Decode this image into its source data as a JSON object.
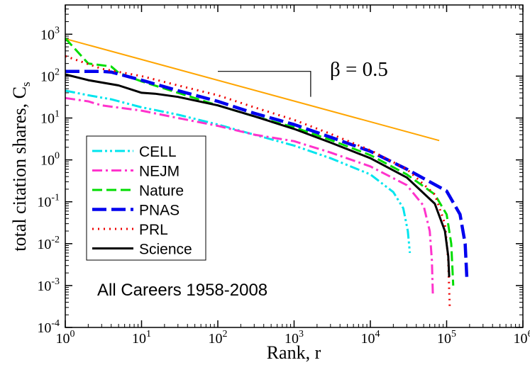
{
  "chart_data": {
    "type": "line",
    "x_scale": "log",
    "y_scale": "log",
    "xlim": [
      1,
      1000000
    ],
    "ylim": [
      0.0001,
      5000
    ],
    "xlabel": "Rank, r",
    "ylabel": "total citation shares, C",
    "ylabel_sub": "s",
    "x_ticks": [
      {
        "base": "10",
        "exp": "0",
        "value": 1
      },
      {
        "base": "10",
        "exp": "1",
        "value": 10
      },
      {
        "base": "10",
        "exp": "2",
        "value": 100
      },
      {
        "base": "10",
        "exp": "3",
        "value": 1000
      },
      {
        "base": "10",
        "exp": "4",
        "value": 10000
      },
      {
        "base": "10",
        "exp": "5",
        "value": 100000
      },
      {
        "base": "10",
        "exp": "6",
        "value": 1000000
      }
    ],
    "y_ticks": [
      {
        "base": "10",
        "exp": "-4",
        "value": 0.0001
      },
      {
        "base": "10",
        "exp": "-3",
        "value": 0.001
      },
      {
        "base": "10",
        "exp": "-2",
        "value": 0.01
      },
      {
        "base": "10",
        "exp": "-1",
        "value": 0.1
      },
      {
        "base": "10",
        "exp": "0",
        "value": 1
      },
      {
        "base": "10",
        "exp": "1",
        "value": 10
      },
      {
        "base": "10",
        "exp": "2",
        "value": 100
      },
      {
        "base": "10",
        "exp": "3",
        "value": 1000
      }
    ],
    "annotation_text": "All Careers 1958-2008",
    "slope_label": "β = 0.5",
    "legend_position": "lower-left",
    "reference_line": {
      "color": "#ffa500",
      "points": [
        [
          1,
          780
        ],
        [
          80000,
          2.9
        ]
      ]
    },
    "slope_marker": {
      "points": [
        [
          100,
          130
        ],
        [
          1650,
          130
        ],
        [
          1650,
          32
        ]
      ]
    },
    "series": [
      {
        "name": "CELL",
        "color": "#00e5ee",
        "dash": "dashdotdot",
        "points": [
          [
            1,
            45
          ],
          [
            2,
            35
          ],
          [
            4,
            28
          ],
          [
            10,
            18
          ],
          [
            30,
            12
          ],
          [
            100,
            7
          ],
          [
            300,
            4
          ],
          [
            1000,
            2.2
          ],
          [
            3000,
            1.1
          ],
          [
            10000,
            0.45
          ],
          [
            20000,
            0.17
          ],
          [
            27000,
            0.07
          ],
          [
            31000,
            0.02
          ],
          [
            33000,
            0.006
          ]
        ]
      },
      {
        "name": "NEJM",
        "color": "#ff33cc",
        "dash": "dashdot",
        "points": [
          [
            1,
            30
          ],
          [
            2,
            25
          ],
          [
            3,
            20
          ],
          [
            10,
            15
          ],
          [
            30,
            10
          ],
          [
            100,
            6.5
          ],
          [
            300,
            4
          ],
          [
            1000,
            2.8
          ],
          [
            3000,
            1.5
          ],
          [
            10000,
            0.7
          ],
          [
            30000,
            0.25
          ],
          [
            50000,
            0.08
          ],
          [
            60000,
            0.02
          ],
          [
            64000,
            0.004
          ],
          [
            66000,
            0.0006
          ]
        ]
      },
      {
        "name": "Nature",
        "color": "#00dd00",
        "dash": "dash",
        "points": [
          [
            1,
            800
          ],
          [
            2,
            200
          ],
          [
            4,
            170
          ],
          [
            5,
            120
          ],
          [
            10,
            75
          ],
          [
            30,
            40
          ],
          [
            100,
            20
          ],
          [
            300,
            11
          ],
          [
            1000,
            6
          ],
          [
            3000,
            3
          ],
          [
            10000,
            1.3
          ],
          [
            30000,
            0.45
          ],
          [
            70000,
            0.15
          ],
          [
            100000,
            0.05
          ],
          [
            115000,
            0.01
          ],
          [
            122000,
            0.001
          ]
        ]
      },
      {
        "name": "PNAS",
        "color": "#0000ee",
        "dash": "longdash",
        "points": [
          [
            1,
            130
          ],
          [
            3,
            130
          ],
          [
            4,
            125
          ],
          [
            10,
            80
          ],
          [
            30,
            45
          ],
          [
            100,
            25
          ],
          [
            300,
            13
          ],
          [
            1000,
            7
          ],
          [
            3000,
            3.5
          ],
          [
            10000,
            1.6
          ],
          [
            30000,
            0.6
          ],
          [
            100000,
            0.18
          ],
          [
            150000,
            0.05
          ],
          [
            175000,
            0.01
          ],
          [
            185000,
            0.0013
          ]
        ]
      },
      {
        "name": "PRL",
        "color": "#ee0000",
        "dash": "dot",
        "points": [
          [
            1,
            300
          ],
          [
            3,
            150
          ],
          [
            10,
            100
          ],
          [
            30,
            60
          ],
          [
            100,
            35
          ],
          [
            300,
            18
          ],
          [
            1000,
            9
          ],
          [
            3000,
            4.2
          ],
          [
            10000,
            1.7
          ],
          [
            30000,
            0.6
          ],
          [
            70000,
            0.15
          ],
          [
            95000,
            0.03
          ],
          [
            105000,
            0.004
          ],
          [
            110000,
            0.0003
          ]
        ]
      },
      {
        "name": "Science",
        "color": "#000000",
        "dash": "solid",
        "points": [
          [
            1,
            110
          ],
          [
            2,
            80
          ],
          [
            5,
            60
          ],
          [
            10,
            40
          ],
          [
            15,
            38
          ],
          [
            30,
            32
          ],
          [
            100,
            20
          ],
          [
            300,
            11
          ],
          [
            1000,
            5.5
          ],
          [
            3000,
            2.6
          ],
          [
            10000,
            1.1
          ],
          [
            30000,
            0.38
          ],
          [
            70000,
            0.09
          ],
          [
            95000,
            0.02
          ],
          [
            105000,
            0.005
          ],
          [
            108000,
            0.0016
          ]
        ]
      }
    ]
  }
}
